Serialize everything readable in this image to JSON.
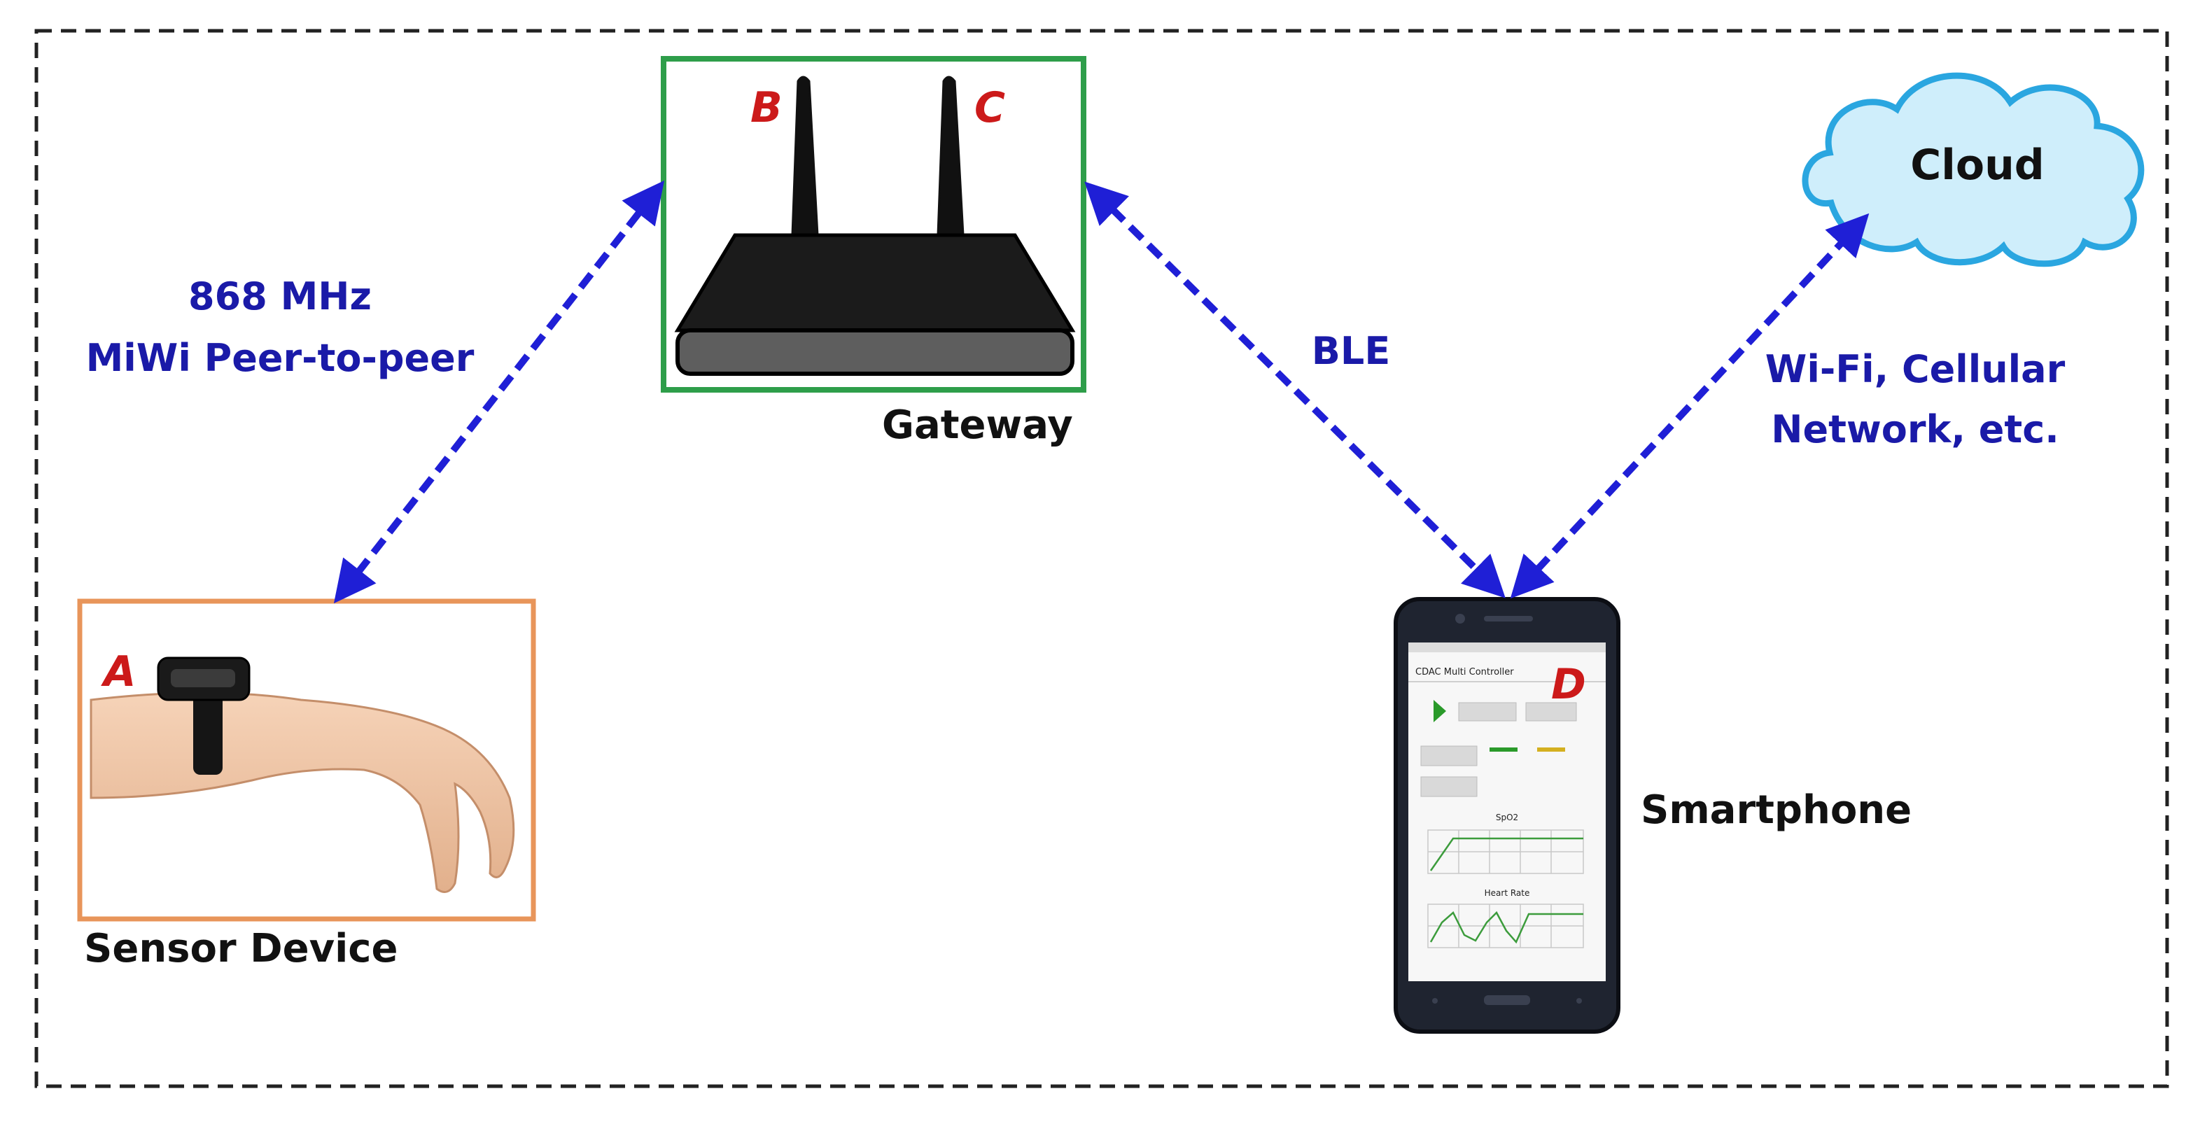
{
  "colors": {
    "arrow": "#1f1fd6",
    "gateway_frame": "#2e9e4a",
    "sensor_frame": "#e8955a",
    "label_blue": "#1a1aa8",
    "letter_red": "#cc1a1a",
    "cloud_fill": "#cfeefb",
    "cloud_stroke": "#2aa6e0"
  },
  "nodes": {
    "gateway": {
      "label": "Gateway",
      "letter_left": "B",
      "letter_right": "C",
      "icon": "router-icon"
    },
    "sensor": {
      "label": "Sensor Device",
      "letter": "A",
      "icon": "wrist-sensor-icon"
    },
    "smartphone": {
      "label": "Smartphone",
      "letter": "D",
      "icon": "smartphone-icon"
    },
    "cloud": {
      "label": "Cloud",
      "icon": "cloud-icon"
    }
  },
  "links": {
    "sensor_gateway": {
      "line1": "868 MHz",
      "line2": "MiWi Peer-to-peer"
    },
    "gateway_phone": {
      "label": "BLE"
    },
    "phone_cloud": {
      "line1": "Wi-Fi, Cellular",
      "line2": "Network, etc."
    }
  },
  "phone_screen": {
    "app_title": "CDAC Multi Controller",
    "chart1_title": "SpO2",
    "chart2_title": "Heart Rate"
  }
}
